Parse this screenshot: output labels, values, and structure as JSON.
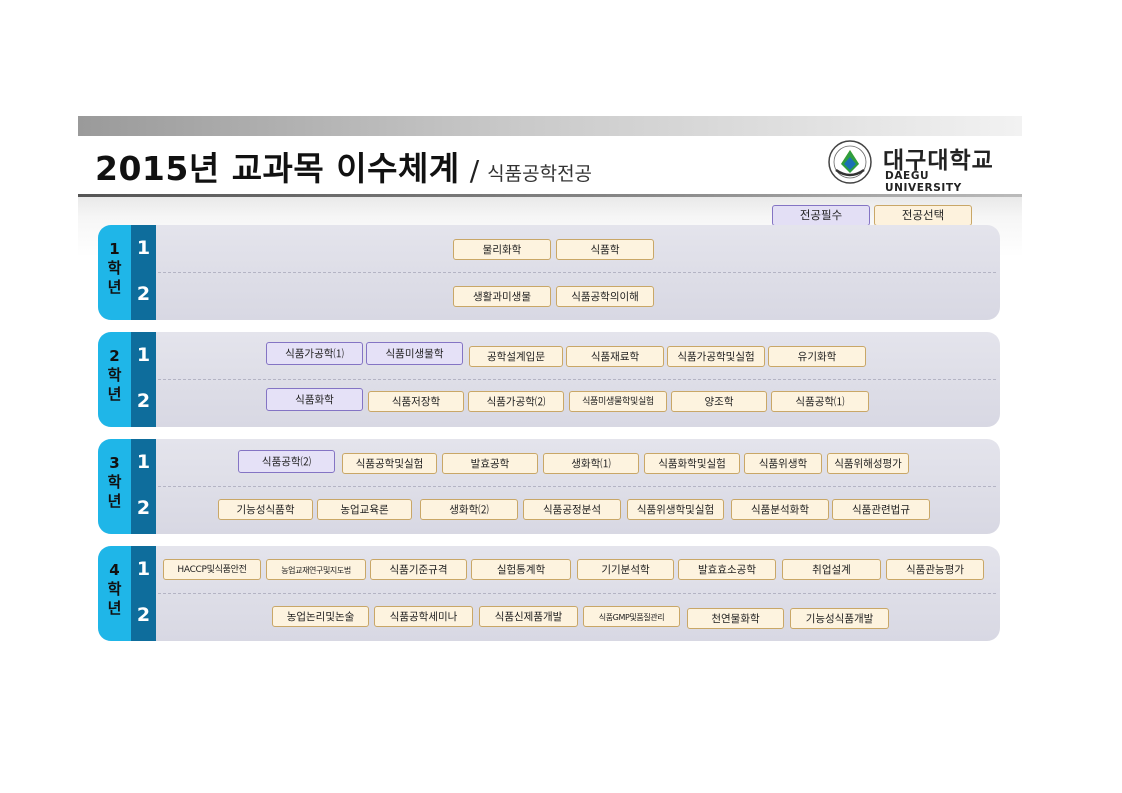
{
  "title": {
    "main": "2015년 교과목 이수체계",
    "slash": "/",
    "sub": "식품공학전공"
  },
  "logo": {
    "korean": "대구대학교",
    "english": "DAEGU UNIVERSITY"
  },
  "legend": {
    "required": "전공필수",
    "elective": "전공선택"
  },
  "years": [
    {
      "num": "1",
      "hak": "학",
      "nyeon": "년",
      "sem1": "1",
      "sem2": "2",
      "row1": [
        "물리화학",
        "식품학"
      ],
      "row2": [
        "생활과미생물",
        "식품공학의이해"
      ]
    },
    {
      "num": "2",
      "hak": "학",
      "nyeon": "년",
      "sem1": "1",
      "sem2": "2",
      "row1": [
        "식품가공학⑴",
        "식품미생물학",
        "공학설계입문",
        "식품재료학",
        "식품가공학및실험",
        "유기화학"
      ],
      "row2": [
        "식품화학",
        "식품저장학",
        "식품가공학⑵",
        "식품미생물학및실험",
        "양조학",
        "식품공학⑴"
      ]
    },
    {
      "num": "3",
      "hak": "학",
      "nyeon": "년",
      "sem1": "1",
      "sem2": "2",
      "row1": [
        "식품공학⑵",
        "식품공학및실험",
        "발효공학",
        "생화학⑴",
        "식품화학및실험",
        "식품위생학",
        "식품위해성평가"
      ],
      "row2": [
        "기능성식품학",
        "농업교육론",
        "생화학⑵",
        "식품공정분석",
        "식품위생학및실험",
        "식품분석화학",
        "식품관련법규"
      ]
    },
    {
      "num": "4",
      "hak": "학",
      "nyeon": "년",
      "sem1": "1",
      "sem2": "2",
      "row1": [
        "HACCP및식품안전",
        "농업교재연구및지도법",
        "식품기준규격",
        "실험통계학",
        "기기분석학",
        "발효효소공학",
        "취업설계",
        "식품관능평가"
      ],
      "row2": [
        "농업논리및논술",
        "식품공학세미나",
        "식품신제품개발",
        "식품GMP및품질관리",
        "천연물화학",
        "기능성식품개발"
      ]
    }
  ],
  "colors": {
    "required_fill": "#e5e1f7",
    "required_border": "#8474c4",
    "elective_fill": "#fdf3df",
    "elective_border": "#c9a767",
    "cyan": "#1fb6e8",
    "navy": "#0e6d9c"
  }
}
